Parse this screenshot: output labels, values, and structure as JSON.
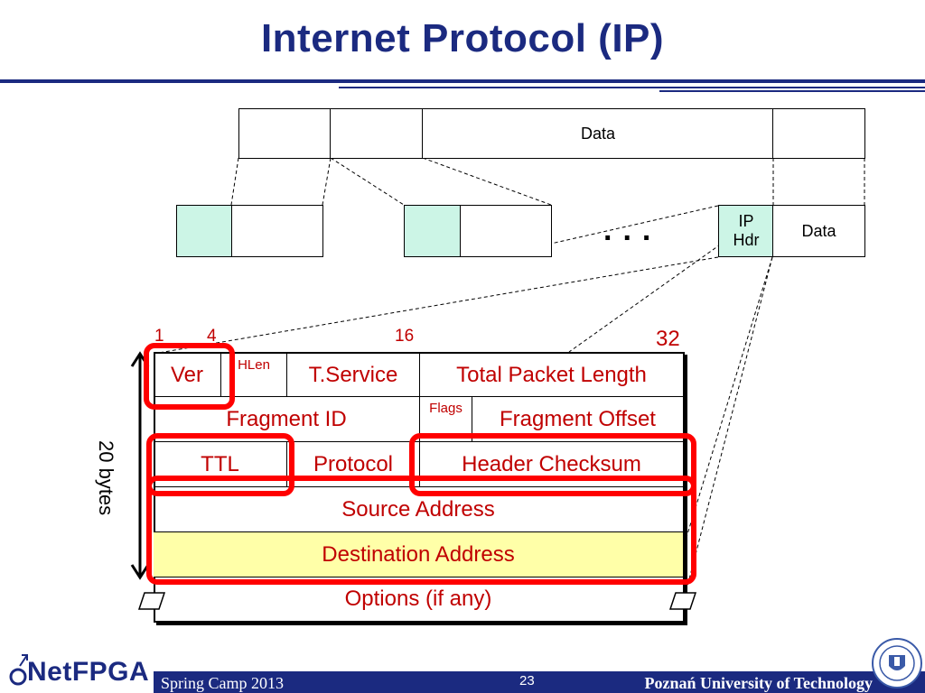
{
  "title": "Internet Protocol (IP)",
  "colors": {
    "title": "#1b2a80",
    "accent_red": "#ff0000",
    "text_red": "#c00000",
    "header_teal": "#ccf5e6",
    "dest_yellow": "#ffffa8"
  },
  "top_packet": {
    "data_label": "Data"
  },
  "fragments": {
    "ellipsis": "...",
    "ip_hdr": "IP\nHdr",
    "data_label": "Data"
  },
  "bit_labels": {
    "b1": "1",
    "b4": "4",
    "b16": "16",
    "b32": "32"
  },
  "side_label": "20 bytes",
  "header": {
    "ver": "Ver",
    "hlen": "HLen",
    "tservice": "T.Service",
    "total_length": "Total Packet Length",
    "fragment_id": "Fragment ID",
    "flags": "Flags",
    "fragment_offset": "Fragment Offset",
    "ttl": "TTL",
    "protocol": "Protocol",
    "checksum": "Header Checksum",
    "source": "Source Address",
    "destination": "Destination Address",
    "options": "Options (if any)"
  },
  "footer": {
    "logo": "NetFPGA",
    "event": "Spring Camp 2013",
    "page": "23",
    "institution": "Poznań  University of Technology",
    "seal_icon": "university-seal-icon"
  }
}
